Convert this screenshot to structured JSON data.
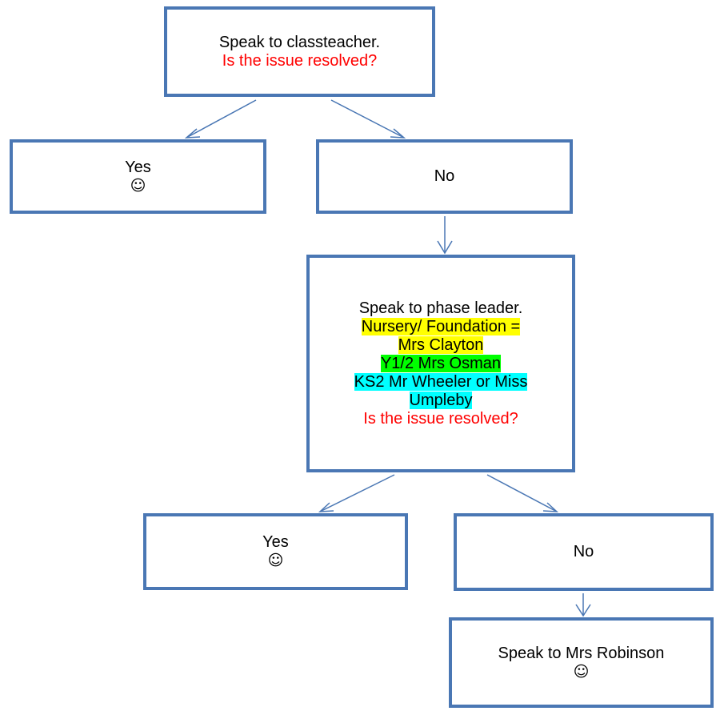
{
  "boxes": {
    "classteacher": {
      "text": "Speak to classteacher.",
      "question": "Is the issue resolved?"
    },
    "yes1": {
      "label": "Yes",
      "emoji": "☺"
    },
    "no1": {
      "label": "No"
    },
    "phase_leader": {
      "text": "Speak to phase leader.",
      "nursery_line1": "Nursery/ Foundation =",
      "nursery_line2": "Mrs Clayton",
      "y12": "Y1/2 Mrs Osman",
      "ks2_line1": "KS2 Mr Wheeler or Miss",
      "ks2_line2": "Umpleby",
      "question": "Is the issue resolved?"
    },
    "yes2": {
      "label": "Yes",
      "emoji": "☺"
    },
    "no2": {
      "label": "No"
    },
    "robinson": {
      "text": "Speak to Mrs Robinson",
      "emoji": "☺"
    }
  },
  "colors": {
    "border": "#4a77b4",
    "connector": "#4a77b4",
    "question": "#ff0000",
    "highlight_nursery": "#ffff00",
    "highlight_y12": "#00ff00",
    "highlight_ks2": "#00ffff"
  }
}
